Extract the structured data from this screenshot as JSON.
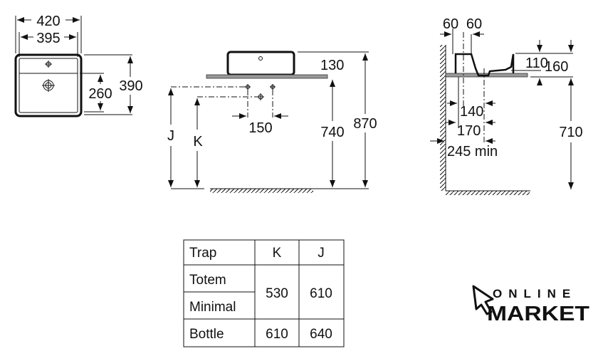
{
  "top_view": {
    "width_outer": "420",
    "width_inner": "395",
    "depth": "390",
    "drain_offset": "260"
  },
  "front_view": {
    "basin_height": "130",
    "counter_height": "740",
    "total_height": "870",
    "tap_spacing": "150",
    "label_j": "J",
    "label_k": "K"
  },
  "side_view": {
    "offset_left": "60",
    "offset_right": "60",
    "bowl_depth": "110",
    "total_height": "160",
    "counter_height": "710",
    "dist_140": "140",
    "dist_170": "170",
    "dist_245": "245 min"
  },
  "table": {
    "headers": [
      "Trap",
      "K",
      "J"
    ],
    "rows": [
      {
        "traps": [
          "Totem",
          "Minimal"
        ],
        "k": "530",
        "j": "610"
      },
      {
        "traps": [
          "Bottle"
        ],
        "k": "610",
        "j": "640"
      }
    ]
  },
  "logo": {
    "line1": "ONLINE",
    "line2": "MARKET"
  }
}
